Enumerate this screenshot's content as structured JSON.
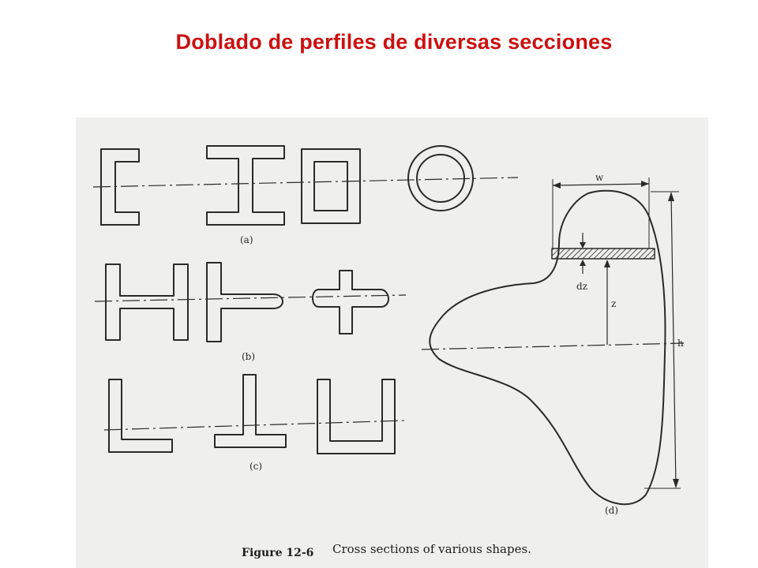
{
  "slide": {
    "title": "Doblado de perfiles de diversas secciones"
  },
  "figure": {
    "panel_labels": {
      "a": "(a)",
      "b": "(b)",
      "c": "(c)",
      "d": "(d)"
    },
    "dimension_labels": {
      "width": "w",
      "strip": "dz",
      "distance": "z",
      "height": "h"
    },
    "caption": {
      "number": "Figure 12-6",
      "text": "Cross sections of various shapes."
    }
  },
  "colors": {
    "title": "#cc1010",
    "ink": "#2a2a2a",
    "paper": "#efefed"
  }
}
